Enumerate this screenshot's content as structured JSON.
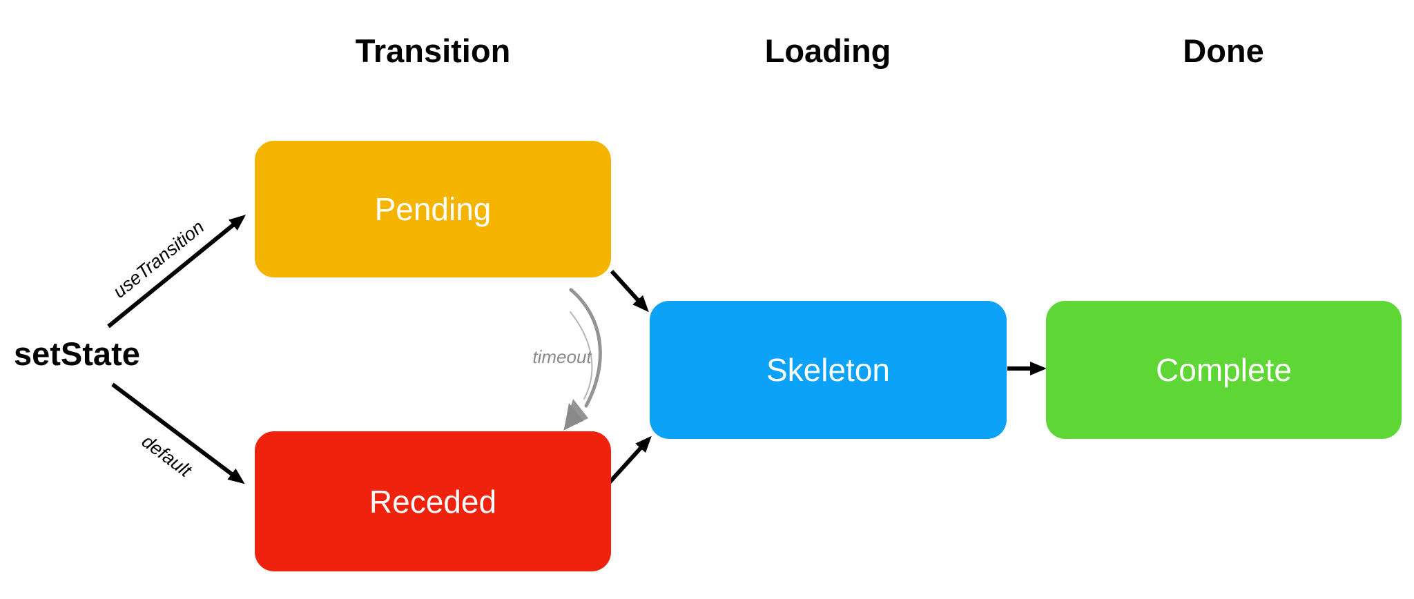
{
  "diagram": {
    "headers": [
      {
        "label": "Transition"
      },
      {
        "label": "Loading"
      },
      {
        "label": "Done"
      }
    ],
    "source": {
      "label": "setState"
    },
    "nodes": [
      {
        "id": "pending",
        "label": "Pending",
        "color": "#F5B400",
        "column": "Transition"
      },
      {
        "id": "receded",
        "label": "Receded",
        "color": "#EE220D",
        "column": "Transition"
      },
      {
        "id": "skeleton",
        "label": "Skeleton",
        "color": "#0BA2F7",
        "column": "Loading"
      },
      {
        "id": "complete",
        "label": "Complete",
        "color": "#5ED636",
        "column": "Done"
      }
    ],
    "edges": [
      {
        "from": "setState",
        "to": "pending",
        "label": "useTransition",
        "style": "solid-black"
      },
      {
        "from": "setState",
        "to": "receded",
        "label": "default",
        "style": "solid-black"
      },
      {
        "from": "pending",
        "to": "skeleton",
        "label": "",
        "style": "solid-black"
      },
      {
        "from": "receded",
        "to": "skeleton",
        "label": "",
        "style": "solid-black"
      },
      {
        "from": "pending",
        "to": "receded",
        "label": "timeout",
        "style": "sketchy-gray"
      },
      {
        "from": "skeleton",
        "to": "complete",
        "label": "",
        "style": "solid-black"
      }
    ],
    "colors": {
      "background": "#FFFFFF",
      "arrow": "#000000",
      "sketch_arrow": "#949494",
      "node_text": "#FFFFFF",
      "edge_label_text": "#000000",
      "timeout_label_text": "#8A8A8A"
    }
  }
}
